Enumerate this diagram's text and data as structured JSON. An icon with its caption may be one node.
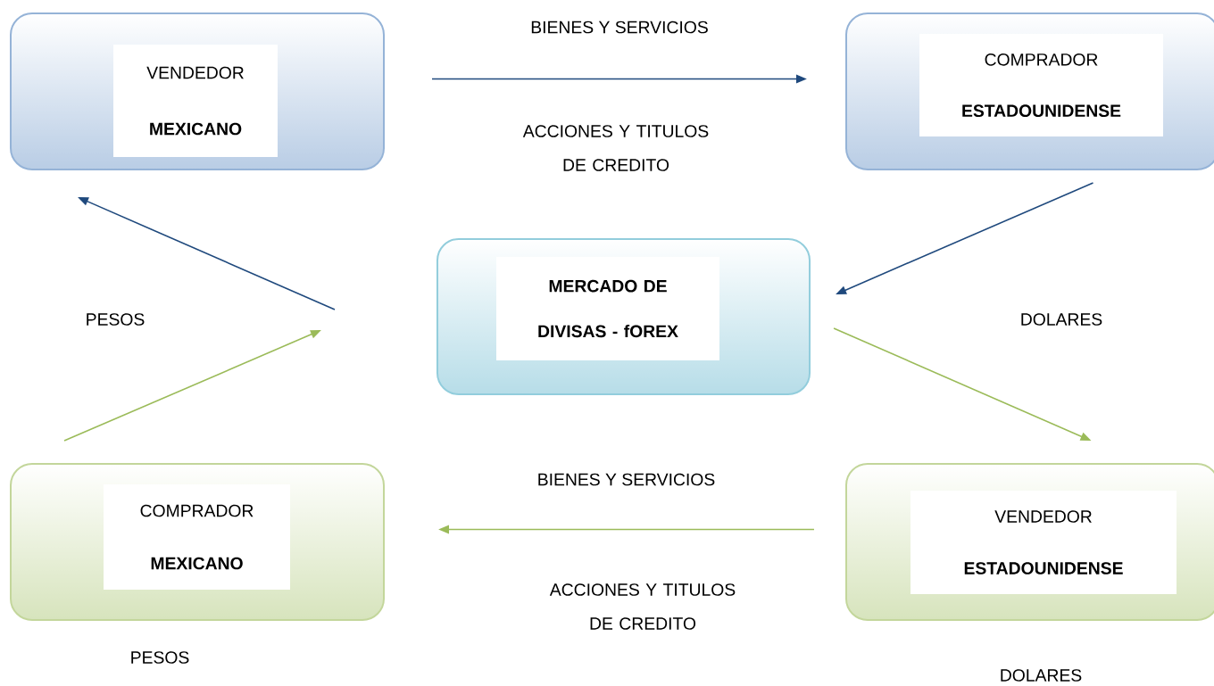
{
  "diagram": {
    "nodes": [
      {
        "text": [
          "VENDEDOR",
          "MEXICANO"
        ]
      },
      {
        "text": [
          "COMPRADOR",
          "ESTADOUNIDENSE"
        ]
      },
      {
        "text": [
          "MERCADO DE DIVISAS - fOREX"
        ]
      },
      {
        "text": [
          "COMPRADOR",
          "MEXICANO"
        ]
      },
      {
        "text": [
          "VENDEDOR",
          "ESTADOUNIDENSE"
        ]
      }
    ],
    "edges": [
      {
        "from": 0,
        "to": 1,
        "arrow": "to",
        "label": "BIENES Y SERVICIOS",
        "color": "#1f497d"
      },
      {
        "from": 1,
        "to": 2,
        "arrow": "to",
        "color": "#1f497d"
      },
      {
        "from": 2,
        "to": 4,
        "arrow": "to",
        "color": "#9bbb59"
      },
      {
        "from": 4,
        "to": 3,
        "arrow": "to",
        "label": "BIENES Y SERVICIOS",
        "color": "#9bbb59"
      },
      {
        "from": 3,
        "to": null,
        "arrow": "to",
        "color": "#9bbb59"
      },
      {
        "from": null,
        "to": 0,
        "arrow": "to",
        "color": "#1f497d"
      }
    ],
    "labels": [
      "ACCIONES Y TITULOS DE CREDITO",
      "PESOS",
      "DOLARES",
      "ACCIONES Y TITULOS DE CREDITO",
      "PESOS",
      "DOLARES"
    ]
  }
}
